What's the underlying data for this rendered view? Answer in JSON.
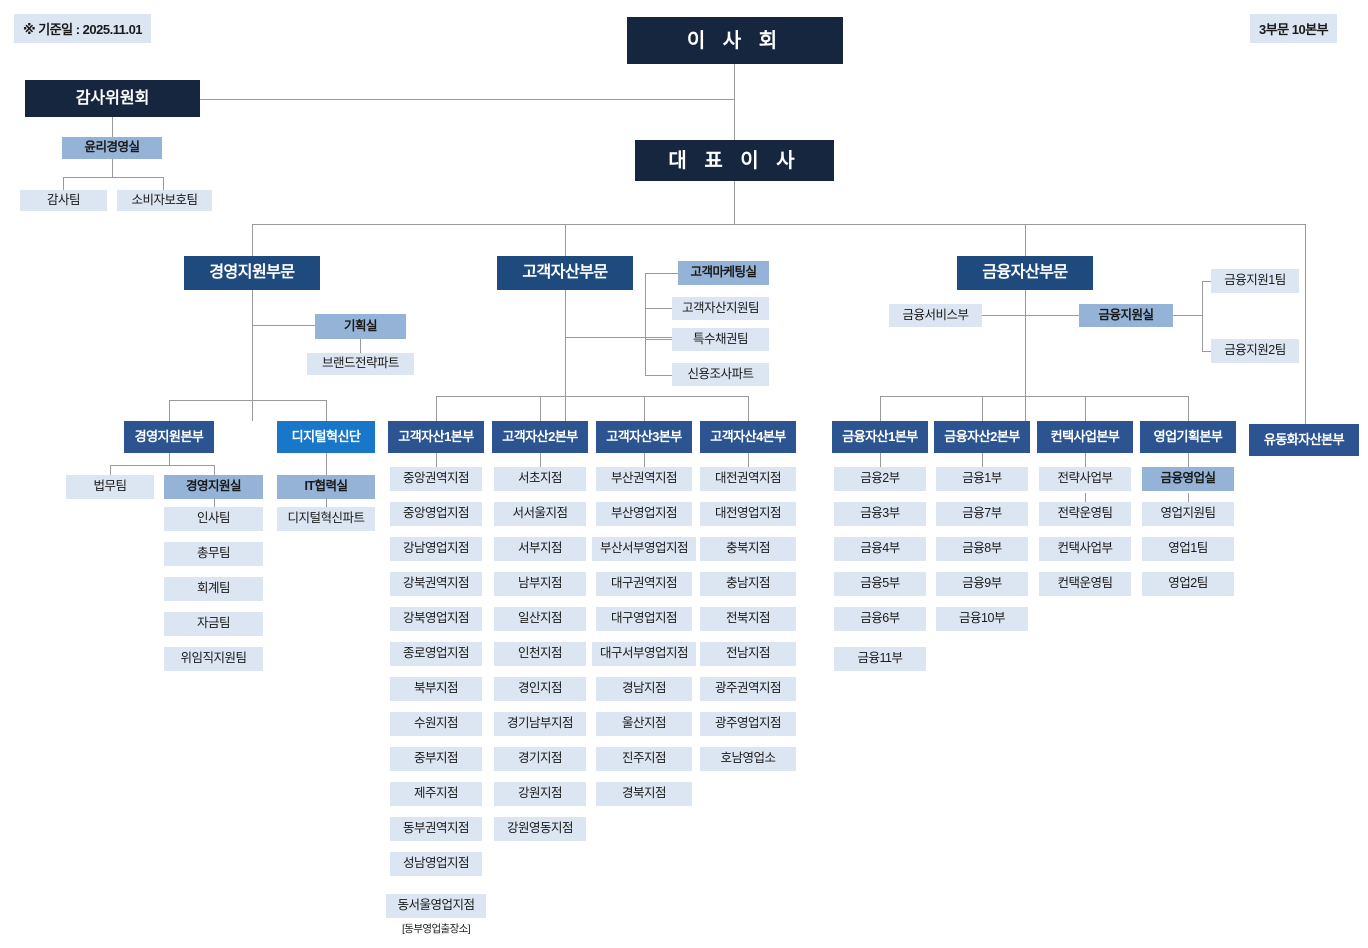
{
  "meta": {
    "reference_date_label": "※ 기준일 : 2025.11.01",
    "summary_badge": "3부문 10본부"
  },
  "colors": {
    "top": "#16263f",
    "division": "#1f4a7d",
    "headquarters": "#2b5490",
    "headquarters_alt": "#1877c9",
    "office": "#95b3d7",
    "team": "#dce6f2",
    "line": "#9a9a9a"
  },
  "top": {
    "board": "이 사 회",
    "ceo": "대 표 이 사"
  },
  "audit": {
    "committee": "감사위원회",
    "office": "윤리경영실",
    "teams": [
      "감사팀",
      "소비자보호팀"
    ]
  },
  "divisions": [
    {
      "name": "경영지원부문",
      "staff": [
        {
          "label": "기획실",
          "level": "office"
        },
        {
          "label": "브랜드전략파트",
          "level": "team"
        }
      ],
      "headquarters": [
        {
          "name": "경영지원본부",
          "level": "hq",
          "side_team": "법무팀",
          "children": [
            {
              "label": "경영지원실",
              "level": "office"
            },
            {
              "label": "인사팀",
              "level": "team"
            },
            {
              "label": "총무팀",
              "level": "team"
            },
            {
              "label": "회계팀",
              "level": "team"
            },
            {
              "label": "자금팀",
              "level": "team"
            },
            {
              "label": "위임직지원팀",
              "level": "team"
            }
          ]
        },
        {
          "name": "디지털혁신단",
          "level": "hq-alt",
          "children": [
            {
              "label": "IT협력실",
              "level": "office"
            },
            {
              "label": "디지털혁신파트",
              "level": "team"
            }
          ]
        }
      ]
    },
    {
      "name": "고객자산부문",
      "staff": [
        {
          "label": "고객마케팅실",
          "level": "office"
        },
        {
          "label": "고객자산지원팀",
          "level": "team"
        },
        {
          "label": "특수채권팀",
          "level": "team"
        },
        {
          "label": "신용조사파트",
          "level": "team"
        }
      ],
      "headquarters": [
        {
          "name": "고객자산1본부",
          "level": "hq",
          "children": [
            {
              "label": "중앙권역지점",
              "level": "team"
            },
            {
              "label": "중앙영업지점",
              "level": "team"
            },
            {
              "label": "강남영업지점",
              "level": "team"
            },
            {
              "label": "강북권역지점",
              "level": "team"
            },
            {
              "label": "강북영업지점",
              "level": "team"
            },
            {
              "label": "종로영업지점",
              "level": "team"
            },
            {
              "label": "북부지점",
              "level": "team"
            },
            {
              "label": "수원지점",
              "level": "team"
            },
            {
              "label": "중부지점",
              "level": "team"
            },
            {
              "label": "제주지점",
              "level": "team"
            },
            {
              "label": "동부권역지점",
              "level": "team"
            },
            {
              "label": "성남영업지점",
              "level": "team"
            },
            {
              "label": "동서울영업지점",
              "level": "team",
              "note": "[동부영업출장소]"
            }
          ]
        },
        {
          "name": "고객자산2본부",
          "level": "hq",
          "children": [
            {
              "label": "서초지점",
              "level": "team"
            },
            {
              "label": "서서울지점",
              "level": "team"
            },
            {
              "label": "서부지점",
              "level": "team"
            },
            {
              "label": "남부지점",
              "level": "team"
            },
            {
              "label": "일산지점",
              "level": "team"
            },
            {
              "label": "인천지점",
              "level": "team"
            },
            {
              "label": "경인지점",
              "level": "team"
            },
            {
              "label": "경기남부지점",
              "level": "team"
            },
            {
              "label": "경기지점",
              "level": "team"
            },
            {
              "label": "강원지점",
              "level": "team"
            },
            {
              "label": "강원영동지점",
              "level": "team"
            }
          ]
        },
        {
          "name": "고객자산3본부",
          "level": "hq",
          "children": [
            {
              "label": "부산권역지점",
              "level": "team"
            },
            {
              "label": "부산영업지점",
              "level": "team"
            },
            {
              "label": "부산서부영업지점",
              "level": "team"
            },
            {
              "label": "대구권역지점",
              "level": "team"
            },
            {
              "label": "대구영업지점",
              "level": "team"
            },
            {
              "label": "대구서부영업지점",
              "level": "team"
            },
            {
              "label": "경남지점",
              "level": "team"
            },
            {
              "label": "울산지점",
              "level": "team"
            },
            {
              "label": "진주지점",
              "level": "team"
            },
            {
              "label": "경북지점",
              "level": "team"
            }
          ]
        },
        {
          "name": "고객자산4본부",
          "level": "hq",
          "children": [
            {
              "label": "대전권역지점",
              "level": "team"
            },
            {
              "label": "대전영업지점",
              "level": "team"
            },
            {
              "label": "충북지점",
              "level": "team"
            },
            {
              "label": "충남지점",
              "level": "team"
            },
            {
              "label": "전북지점",
              "level": "team"
            },
            {
              "label": "전남지점",
              "level": "team"
            },
            {
              "label": "광주권역지점",
              "level": "team"
            },
            {
              "label": "광주영업지점",
              "level": "team"
            },
            {
              "label": "호남영업소",
              "level": "team"
            }
          ]
        }
      ]
    },
    {
      "name": "금융자산부문",
      "staff": [
        {
          "label": "금융서비스부",
          "level": "team"
        },
        {
          "label": "금융지원실",
          "level": "office"
        },
        {
          "label": "금융지원1팀",
          "level": "team"
        },
        {
          "label": "금융지원2팀",
          "level": "team"
        }
      ],
      "headquarters": [
        {
          "name": "금융자산1본부",
          "level": "hq",
          "children": [
            {
              "label": "금융2부",
              "level": "team"
            },
            {
              "label": "금융3부",
              "level": "team"
            },
            {
              "label": "금융4부",
              "level": "team"
            },
            {
              "label": "금융5부",
              "level": "team"
            },
            {
              "label": "금융6부",
              "level": "team"
            },
            {
              "label": "금융11부",
              "level": "team"
            }
          ]
        },
        {
          "name": "금융자산2본부",
          "level": "hq",
          "children": [
            {
              "label": "금융1부",
              "level": "team"
            },
            {
              "label": "금융7부",
              "level": "team"
            },
            {
              "label": "금융8부",
              "level": "team"
            },
            {
              "label": "금융9부",
              "level": "team"
            },
            {
              "label": "금융10부",
              "level": "team"
            }
          ]
        },
        {
          "name": "컨택사업본부",
          "level": "hq",
          "children": [
            {
              "label": "전략사업부",
              "level": "team"
            },
            {
              "label": "전략운영팀",
              "level": "team"
            },
            {
              "label": "컨택사업부",
              "level": "team"
            },
            {
              "label": "컨택운영팀",
              "level": "team"
            }
          ]
        },
        {
          "name": "영업기획본부",
          "level": "hq",
          "children": [
            {
              "label": "금융영업실",
              "level": "office"
            },
            {
              "label": "영업지원팀",
              "level": "team"
            },
            {
              "label": "영업1팀",
              "level": "team"
            },
            {
              "label": "영업2팀",
              "level": "team"
            }
          ]
        }
      ]
    }
  ],
  "standalone_hq": {
    "name": "유동화자산본부",
    "level": "hq"
  }
}
